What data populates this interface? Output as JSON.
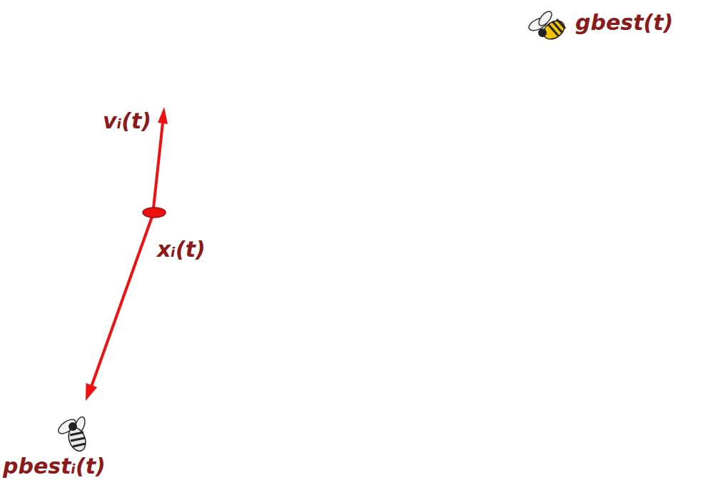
{
  "diagram": {
    "labels": [
      "gbest(t)",
      "vᵢ(t)",
      "xᵢ(t)",
      "pbestᵢ(t)"
    ]
  }
}
